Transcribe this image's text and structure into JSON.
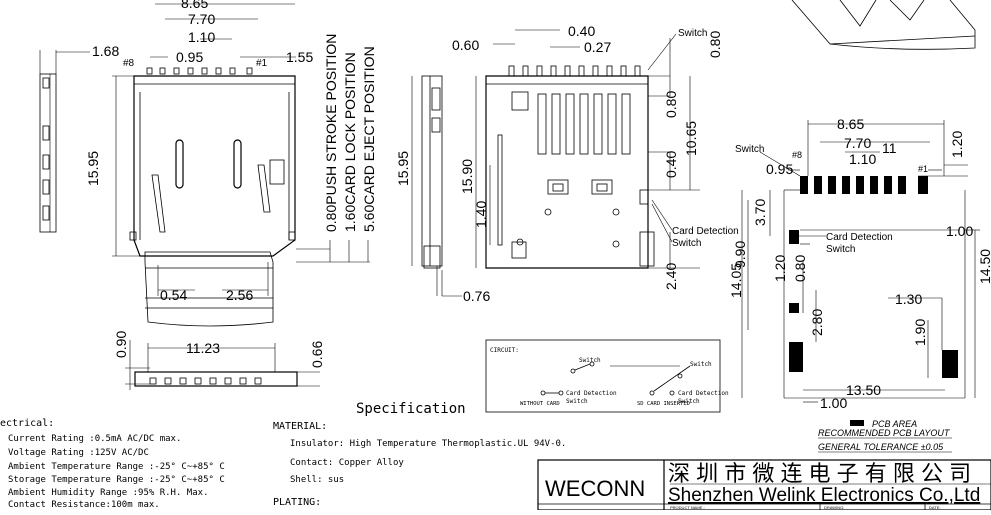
{
  "dimensions": {
    "d_8_65": "8.65",
    "d_7_70": "7.70",
    "d_1_10": "1.10",
    "d_0_95": "0.95",
    "d_1_55": "1.55",
    "d_1_68": "1.68",
    "d_15_95": "15.95",
    "d_0_54": "0.54",
    "d_2_56": "2.56",
    "stroke_push": "0.80PUSH STROKE POSITION",
    "stroke_lock": "1.60CARD LOCK POSITION",
    "stroke_eject": "5.60CARD EJECT POSITION",
    "d_0_90": "0.90",
    "d_11_23": "11.23",
    "d_0_66": "0.66",
    "side_15_95": "15.95",
    "side_0_76": "0.76",
    "r_0_60": "0.60",
    "r_0_40": "0.40",
    "r_0_27": "0.27",
    "r_0_80a": "0.80",
    "r_0_80b": "0.80",
    "r_15_90": "15.90",
    "r_10_65": "10.65",
    "r_0_40b": "0.40",
    "r_1_40": "1.40",
    "r_2_40": "2.40",
    "pcb_8_65": "8.65",
    "pcb_7_70": "7.70",
    "pcb_11": "11",
    "pcb_1_10": "1.10",
    "pcb_0_95": "0.95",
    "pcb_1_20": "1.20",
    "pcb_3_70": "3.70",
    "pcb_1_00a": "1.00",
    "pcb_9_90": "9.90",
    "pcb_1_20b": "1.20",
    "pcb_0_80": "0.80",
    "pcb_14_05": "14.05",
    "pcb_14_50": "14.50",
    "pcb_2_80": "2.80",
    "pcb_1_30": "1.30",
    "pcb_1_90": "1.90",
    "pcb_13_50": "13.50",
    "pcb_1_00b": "1.00"
  },
  "labels": {
    "pin8": "#8",
    "pin1": "#1",
    "switch_top": "Switch",
    "card_detection": "Card Detection",
    "switch_mid": "Switch",
    "switch_pcb": "Switch",
    "pcb_pin8": "#8",
    "pcb_pin1": "#1",
    "pcb_card_detection": "Card Detection",
    "pcb_switch": "Switch",
    "specification": "Specification",
    "pcb_area": "PCB AREA",
    "recommended": "RECOMMENDED PCB LAYOUT",
    "tolerance": "GENERAL TOLERANCE ±0.05"
  },
  "circuit": {
    "title": "CIRCUIT:",
    "switch_a": "Switch",
    "cd_a": "Card Detection",
    "cd_a2": "Switch",
    "without": "WITHOUT CARD",
    "switch_b": "Switch",
    "cd_b": "Card Detection",
    "cd_b2": "Switch",
    "inserted": "SD CARD INSERTED"
  },
  "electrical": {
    "heading": "ectrical:",
    "lines": [
      "Current Rating :0.5mA AC/DC max.",
      "Voltage Rating :125V AC/DC",
      "Ambient Temperature Range :-25° C~+85° C",
      "Storage Temperature Range :-25° C~+85° C",
      "Ambient Humidity Range :95% R.H. Max.",
      "Contact Resistance:100m  max."
    ]
  },
  "material": {
    "heading": "MATERIAL:",
    "insulator": "Insulator: High Temperature Thermoplastic.UL 94V-0.",
    "contact": "Contact: Copper Alloy",
    "shell": "Shell: sus",
    "plating": "PLATING:"
  },
  "titleblock": {
    "brand": "WECONN",
    "chinese": "深 圳 市 微 连 电 子 有 限 公 司",
    "english": "Shenzhen Welink Electronics Co.,Ltd",
    "field1": "PRODUCT NAME :",
    "field2": "DRAWING:",
    "field3": "DATE:"
  }
}
